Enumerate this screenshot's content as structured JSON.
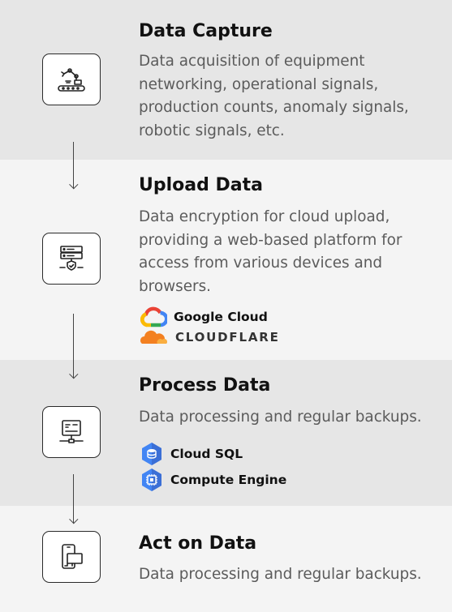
{
  "steps": [
    {
      "title": "Data Capture",
      "desc": [
        "Data acquisition of equipment",
        "networking, operational signals,",
        "production counts, anomaly signals,",
        "robotic signals, etc."
      ],
      "icon": "robot-arm-conveyor-icon"
    },
    {
      "title": "Upload Data",
      "desc": [
        "Data encryption for cloud upload,",
        "providing a web-based platform for",
        "access from various devices and",
        "browsers."
      ],
      "icon": "server-shield-icon",
      "logos": [
        "Google Cloud",
        "CLOUDFLARE"
      ]
    },
    {
      "title": "Process Data",
      "desc": [
        "Data processing and regular backups."
      ],
      "icon": "network-server-icon",
      "logos": [
        "Cloud SQL",
        "Compute Engine"
      ]
    },
    {
      "title": "Act on Data",
      "desc": [
        "Data processing and regular backups."
      ],
      "icon": "mobile-desktop-icon"
    }
  ],
  "colors": {
    "band_dark": "#e6e6e6",
    "band_light": "#f4f4f4",
    "google_blue": "#4285f4",
    "google_red": "#ea4335",
    "google_yellow": "#fbbc04",
    "google_green": "#34a853",
    "cloudflare_orange": "#f38020"
  }
}
